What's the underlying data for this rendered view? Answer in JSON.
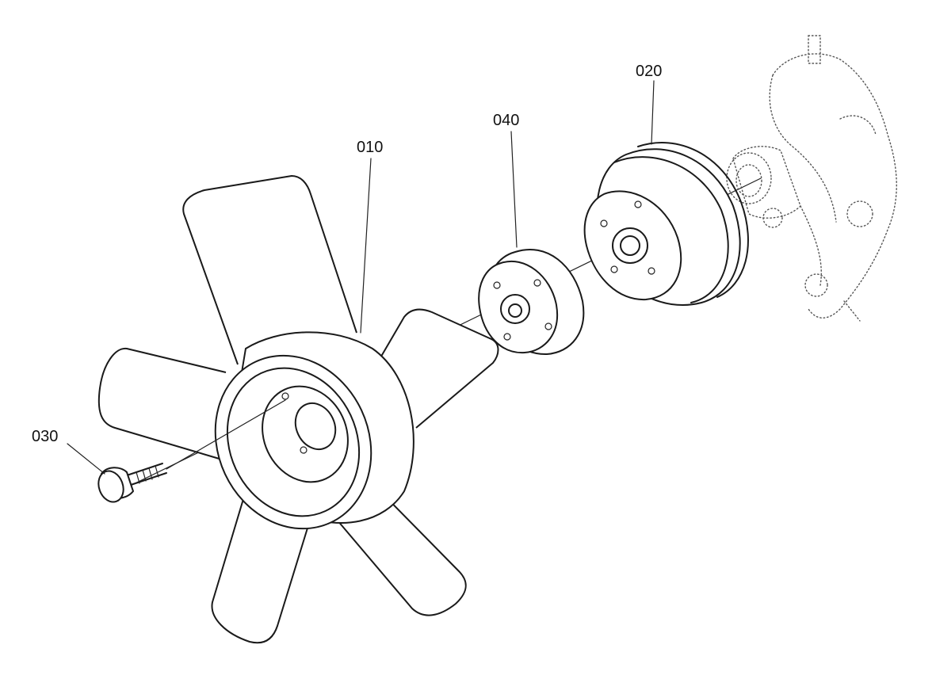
{
  "labels": {
    "fan": "010",
    "pulley": "020",
    "bolt": "030",
    "spacer": "040"
  }
}
